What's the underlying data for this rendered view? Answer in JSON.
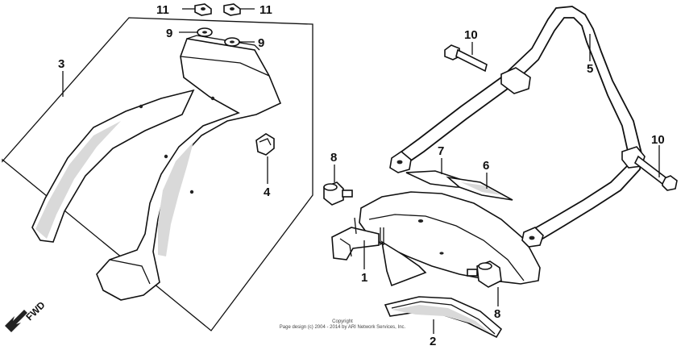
{
  "callouts": {
    "c1": "1",
    "c2": "2",
    "c3": "3",
    "c4": "4",
    "c5": "5",
    "c6": "6",
    "c7": "7",
    "c8a": "8",
    "c8b": "8",
    "c9a": "9",
    "c9b": "9",
    "c10a": "10",
    "c10b": "10",
    "c11a": "11",
    "c11b": "11"
  },
  "fwd_label": "FWD",
  "copyright": {
    "line1": "Copyright",
    "line2": "Page design (c) 2004 - 2014 by ARI Network Services, Inc."
  },
  "icons": {
    "direction": "fwd-arrow-icon"
  }
}
